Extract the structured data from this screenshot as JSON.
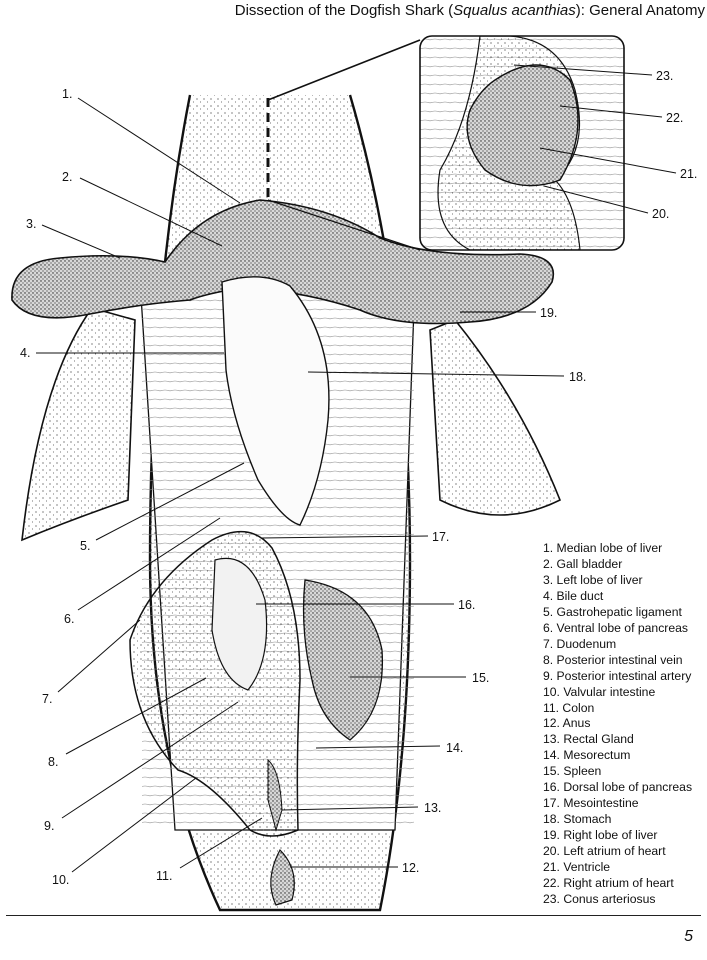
{
  "title": {
    "prefix": "Dissection of the Dogfish Shark (",
    "species": "Squalus acanthias",
    "suffix": "): General Anatomy"
  },
  "callouts": [
    "1.",
    "2.",
    "3.",
    "4.",
    "5.",
    "6.",
    "7.",
    "8.",
    "9.",
    "10.",
    "11.",
    "12.",
    "13.",
    "14.",
    "15.",
    "16.",
    "17.",
    "18.",
    "19.",
    "20.",
    "21.",
    "22.",
    "23."
  ],
  "legend": [
    "1. Median lobe of liver",
    "2. Gall bladder",
    "3. Left lobe of liver",
    "4. Bile duct",
    "5. Gastrohepatic ligament",
    "6. Ventral lobe of pancreas",
    "7. Duodenum",
    "8. Posterior intestinal vein",
    "9. Posterior intestinal artery",
    "10. Valvular intestine",
    "11. Colon",
    "12. Anus",
    "13. Rectal Gland",
    "14. Mesorectum",
    "15. Spleen",
    "16. Dorsal lobe of pancreas",
    "17. Mesointestine",
    "18. Stomach",
    "19. Right lobe of liver",
    "20. Left atrium of heart",
    "21. Ventricle",
    "22. Right atrium of heart",
    "23. Conus arteriosus"
  ],
  "page_number": "5"
}
